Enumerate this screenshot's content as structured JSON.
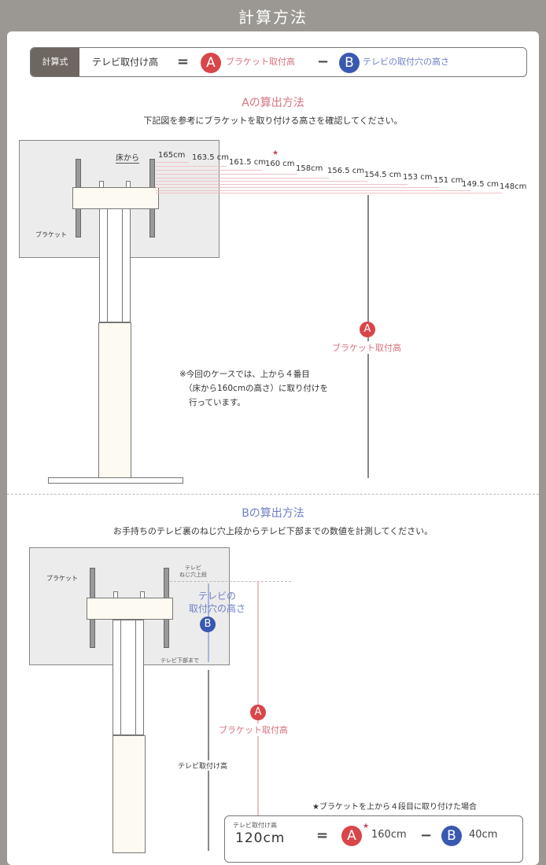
{
  "header": {
    "title": "計算方法"
  },
  "formula": {
    "tag": "計算式",
    "lhs": "テレビ取付け高",
    "equals": "=",
    "a_badge": "A",
    "a_label": "ブラケット取付高",
    "minus": "−",
    "b_badge": "B",
    "b_label": "テレビの取付穴の高さ"
  },
  "section_a": {
    "title": "Aの算出方法",
    "subtitle": "下記図を参考にブラケットを取り付ける高さを確認してください。",
    "floor_label": "床から",
    "bracket_label": "ブラケット",
    "heights": [
      "165cm",
      "163.5 cm",
      "161.5 cm",
      "160 cm",
      "158cm",
      "156.5 cm",
      "154.5 cm",
      "153 cm",
      "151 cm",
      "149.5 cm",
      "148cm"
    ],
    "star": "★",
    "badge": "A",
    "badge_label": "ブラケット取付高",
    "note_line1": "※今回のケースでは、上から４番目",
    "note_line2": "（床から160cmの高さ）に取り付けを",
    "note_line3": "行っています。"
  },
  "section_b": {
    "title": "Bの算出方法",
    "subtitle": "お手持ちのテレビ裏のねじ穴上段からテレビ下部までの数値を計測してください。",
    "bracket_label": "ブラケット",
    "top_label_1": "テレビ",
    "top_label_2": "ねじ穴上段",
    "bottom_label": "テレビ下部まで",
    "b_label_1": "テレビの",
    "b_label_2": "取付穴の高さ",
    "b_badge": "B",
    "a_badge": "A",
    "a_label": "ブラケット取付高",
    "tv_height_label": "テレビ取付け高",
    "star_note": "★ブラケットを上から４段目に取り付けた場合",
    "result": {
      "label": "テレビ取付け高",
      "value": "120cm",
      "equals": "=",
      "a_badge": "A",
      "star": "★",
      "a_value": "160cm",
      "minus": "−",
      "b_badge": "B",
      "b_value": "40cm"
    }
  },
  "colors": {
    "red": "#d8464a",
    "blue": "#3a58b0",
    "frame": "#9b9893"
  }
}
